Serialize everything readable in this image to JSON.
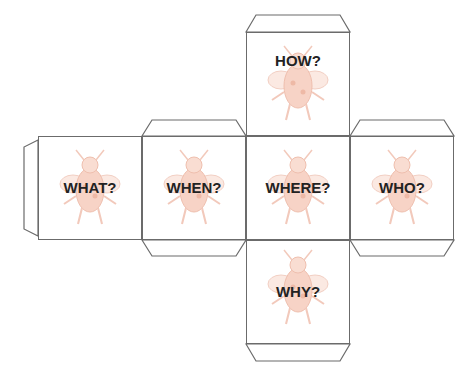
{
  "diagram": {
    "nodes": [
      {
        "text": [
          "HOW?"
        ]
      },
      {
        "text": [
          "WHAT?"
        ]
      },
      {
        "text": [
          "WHEN?"
        ]
      },
      {
        "text": [
          "WHERE?"
        ]
      },
      {
        "text": [
          "WHO?"
        ]
      },
      {
        "text": [
          "WHY?"
        ]
      }
    ]
  }
}
